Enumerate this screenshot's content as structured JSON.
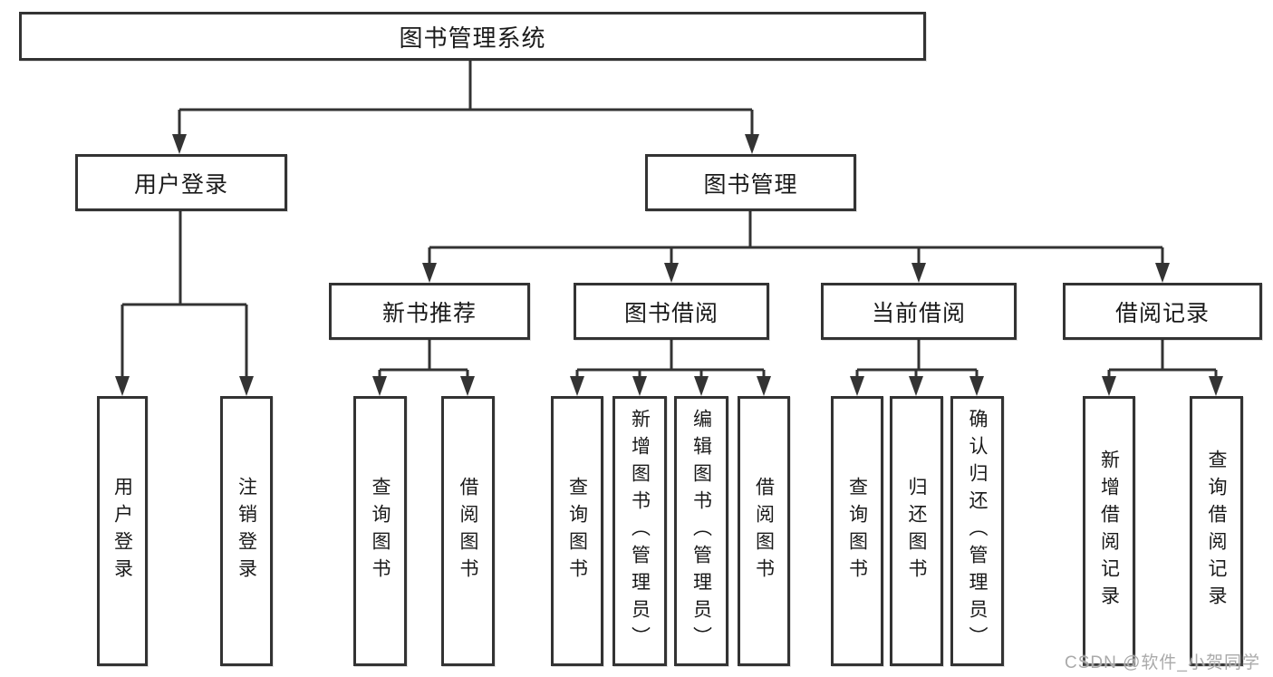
{
  "colors": {
    "line": "#333333",
    "text": "#1a1a1a",
    "background": "#ffffff",
    "watermark": "#aaaaaa"
  },
  "watermark": {
    "text": "CSDN @软件_小贺同学"
  },
  "tree": {
    "label": "图书管理系统",
    "children": [
      {
        "label": "用户登录",
        "children": [
          {
            "label": "用户登录"
          },
          {
            "label": "注销登录"
          }
        ]
      },
      {
        "label": "图书管理",
        "children": [
          {
            "label": "新书推荐",
            "children": [
              {
                "label": "查询图书"
              },
              {
                "label": "借阅图书"
              }
            ]
          },
          {
            "label": "图书借阅",
            "children": [
              {
                "label": "查询图书"
              },
              {
                "label": "新增图书（管理员）"
              },
              {
                "label": "编辑图书（管理员）"
              },
              {
                "label": "借阅图书"
              }
            ]
          },
          {
            "label": "当前借阅",
            "children": [
              {
                "label": "查询图书"
              },
              {
                "label": "归还图书"
              },
              {
                "label": "确认归还（管理员）"
              }
            ]
          },
          {
            "label": "借阅记录",
            "children": [
              {
                "label": "新增借阅记录"
              },
              {
                "label": "查询借阅记录"
              }
            ]
          }
        ]
      }
    ]
  }
}
